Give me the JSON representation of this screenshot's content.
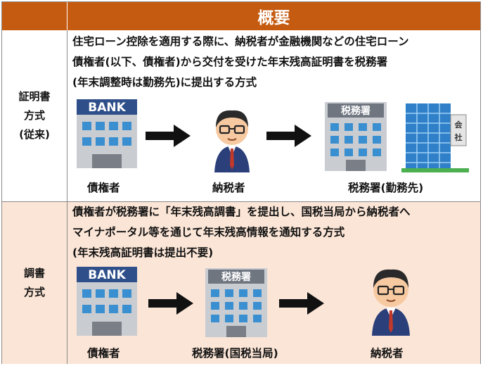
{
  "header": {
    "title": "概要"
  },
  "row1": {
    "label_lines": [
      "証明書",
      "方式",
      "(従来)"
    ],
    "desc_lines": [
      "住宅ローン控除を適用する際に、納税者が金融機関などの住宅ローン",
      "債権者(以下、債権者)から交付を受けた年末残高証明書を税務署",
      "(年末調整時は勤務先)に提出する方式"
    ],
    "captions": {
      "creditor": "債権者",
      "taxpayer": "納税者",
      "taxoffice": "税務署(勤務先)"
    },
    "bank_sign": "BANK",
    "taxoffice_sign": "税務署",
    "company_sign": "会社"
  },
  "row2": {
    "label_lines": [
      "調書",
      "方式"
    ],
    "desc_lines": [
      "債権者が税務署に「年末残高調書」を提出し、国税当局から納税者へ",
      "マイナポータル等を通じて年末残高情報を通知する方式",
      "(年末残高証明書は提出不要)"
    ],
    "captions": {
      "creditor": "債権者",
      "taxoffice": "税務署(国税当局)",
      "taxpayer": "納税者"
    },
    "bank_sign": "BANK",
    "taxoffice_sign": "税務署"
  },
  "colors": {
    "header": "#c55a11",
    "row2_bg": "#fbe5d6",
    "bank_sign": "#2f4f8a",
    "building": "#3a8fd0"
  }
}
